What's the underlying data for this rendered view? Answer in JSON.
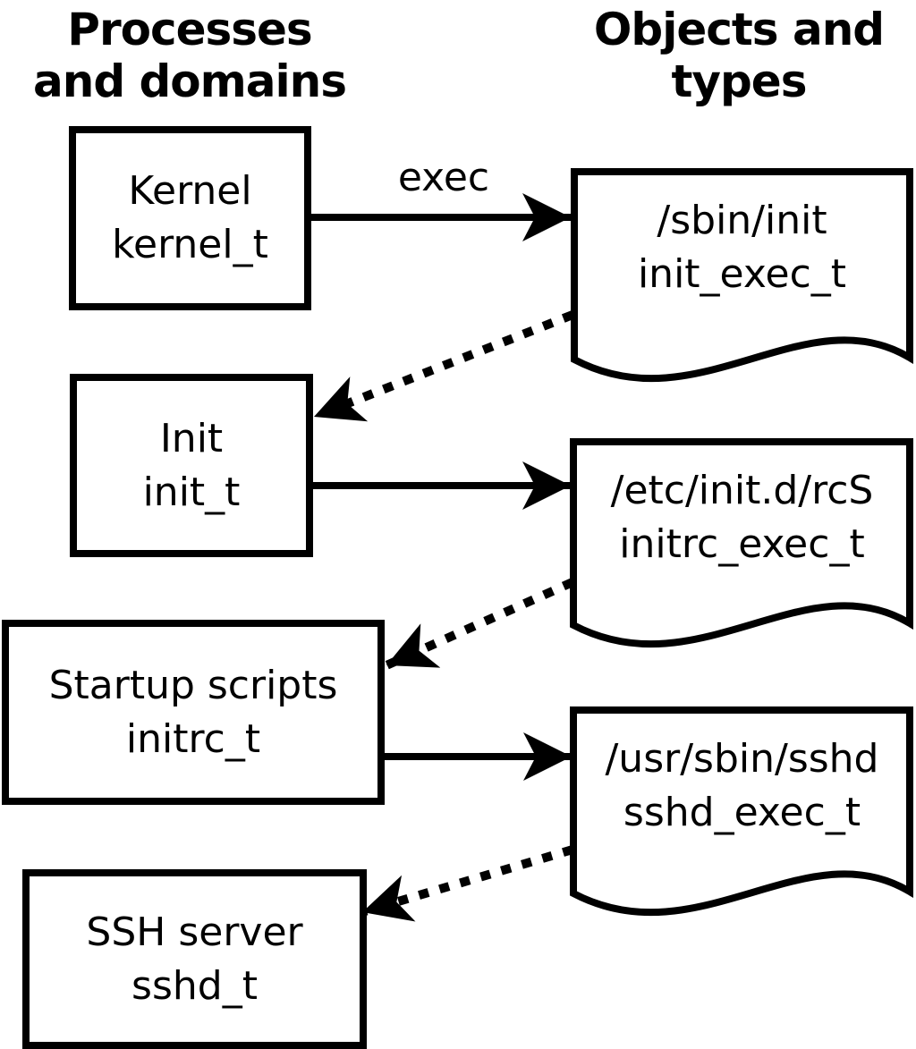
{
  "headers": {
    "left": {
      "line1": "Processes",
      "line2": "and domains"
    },
    "right": {
      "line1": "Objects and",
      "line2": "types"
    }
  },
  "processes": [
    {
      "name": "Kernel",
      "type": "kernel_t"
    },
    {
      "name": "Init",
      "type": "init_t"
    },
    {
      "name": "Startup scripts",
      "type": "initrc_t"
    },
    {
      "name": "SSH server",
      "type": "sshd_t"
    }
  ],
  "objects": [
    {
      "path": "/sbin/init",
      "type": "init_exec_t"
    },
    {
      "path": "/etc/init.d/rcS",
      "type": "initrc_exec_t"
    },
    {
      "path": "/usr/sbin/sshd",
      "type": "sshd_exec_t"
    }
  ],
  "edges": {
    "exec_label": "exec",
    "solid": [
      {
        "from": "kernel_t",
        "to": "init_exec_t",
        "label": "exec"
      },
      {
        "from": "init_t",
        "to": "initrc_exec_t",
        "label": ""
      },
      {
        "from": "initrc_t",
        "to": "sshd_exec_t",
        "label": ""
      }
    ],
    "dotted": [
      {
        "from": "init_exec_t",
        "to": "init_t"
      },
      {
        "from": "initrc_exec_t",
        "to": "initrc_t"
      },
      {
        "from": "sshd_exec_t",
        "to": "sshd_t"
      }
    ]
  },
  "colors": {
    "foreground": "#000000",
    "background": "#ffffff"
  }
}
